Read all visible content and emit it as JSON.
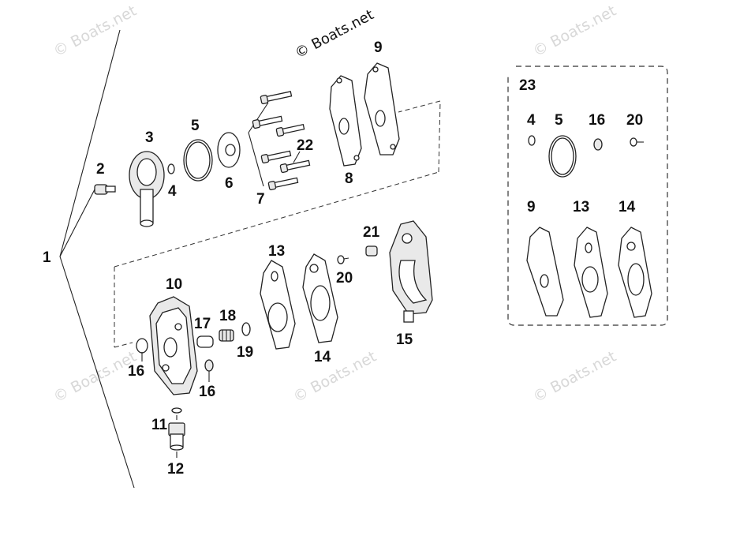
{
  "watermark": "© Boats.net",
  "copyright": "© Boats.net",
  "callouts": {
    "c1": "1",
    "c2": "2",
    "c3": "3",
    "c4": "4",
    "c5": "5",
    "c6": "6",
    "c7": "7",
    "c8": "8",
    "c9": "9",
    "c10": "10",
    "c11": "11",
    "c12": "12",
    "c13": "13",
    "c14": "14",
    "c15": "15",
    "c16a": "16",
    "c16b": "16",
    "c17": "17",
    "c18": "18",
    "c19": "19",
    "c20": "20",
    "c21": "21",
    "c22": "22"
  },
  "kit": {
    "label": "23",
    "c4": "4",
    "c5": "5",
    "c16": "16",
    "c20": "20",
    "c9": "9",
    "c13": "13",
    "c14": "14"
  }
}
